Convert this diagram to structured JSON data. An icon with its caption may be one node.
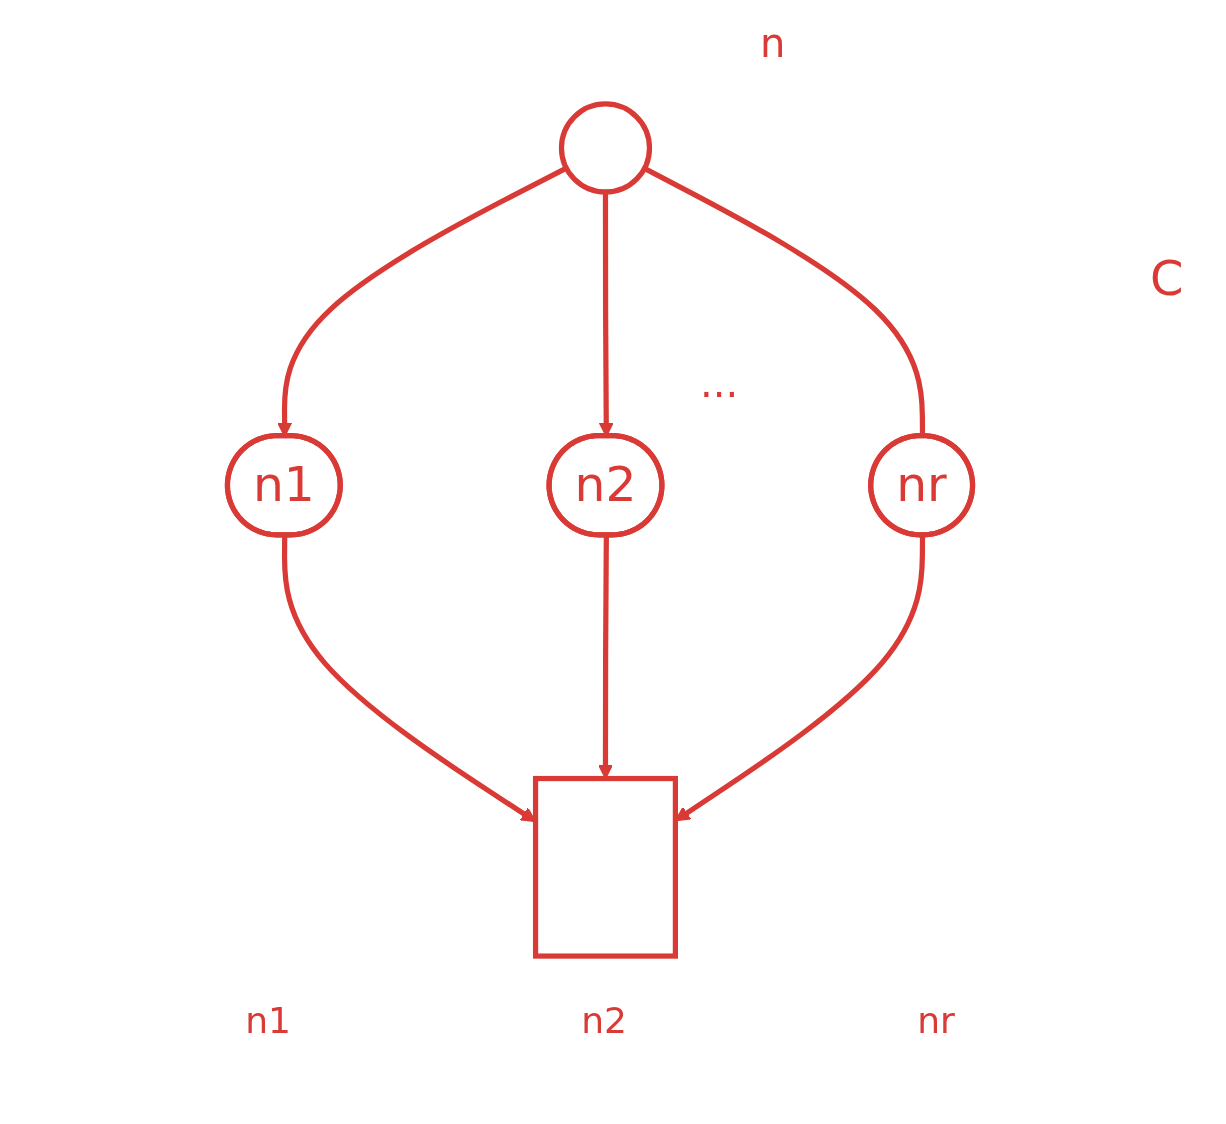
{
  "diagram": {
    "nodes": [
      {
        "text": [],
        "shape": "circle",
        "beside": [
          "n"
        ]
      },
      {
        "text": [
          "n1"
        ]
      },
      {
        "text": [
          "n2"
        ]
      },
      {
        "text": [
          "nr"
        ]
      },
      {
        "text": [],
        "shape": "bar"
      }
    ],
    "edges": [
      {
        "from": 0,
        "to": 1,
        "arrow": "to"
      },
      {
        "from": 0,
        "to": 2,
        "arrow": "to"
      },
      {
        "from": 0,
        "to": 3,
        "arrow": "none"
      },
      {
        "from": 1,
        "to": 4,
        "arrow": "to"
      },
      {
        "from": 2,
        "to": 4,
        "arrow": "to"
      },
      {
        "from": 3,
        "to": 4,
        "arrow": "to"
      }
    ],
    "labels": [
      "...",
      "C",
      "n1",
      "n2",
      "nr"
    ]
  }
}
